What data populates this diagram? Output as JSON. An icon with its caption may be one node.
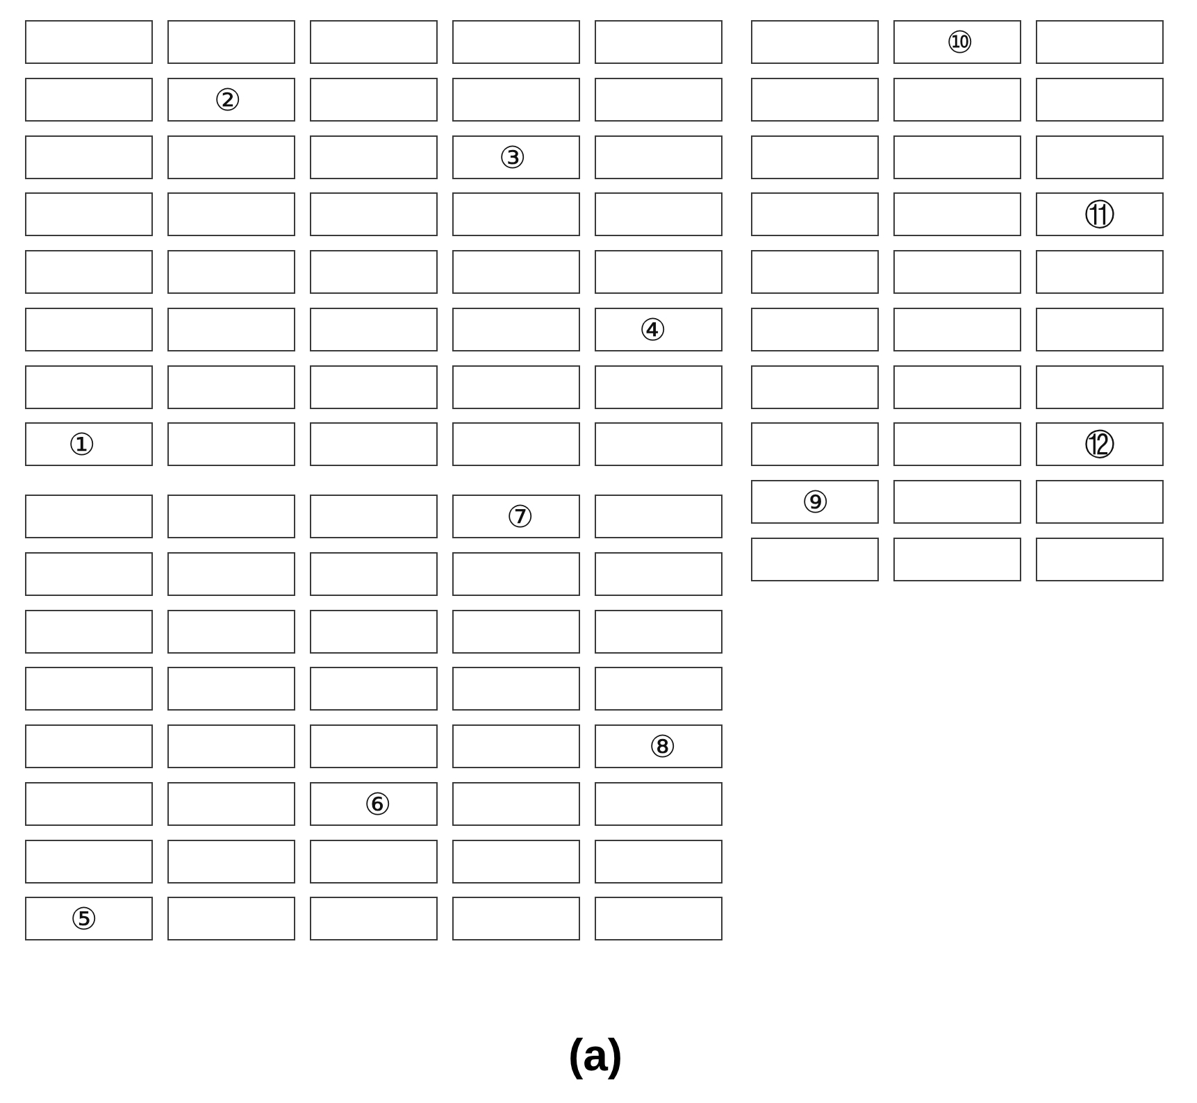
{
  "diagram": {
    "caption": "(a)",
    "nodes": [
      {
        "text": [],
        "shape": "box"
      },
      {
        "text": [],
        "shape": "box"
      },
      {
        "text": [],
        "shape": "box"
      },
      {
        "text": [],
        "shape": "box"
      },
      {
        "text": [],
        "shape": "box"
      },
      {
        "text": [],
        "shape": "box"
      },
      {
        "text": [
          "②"
        ]
      },
      {
        "text": [],
        "shape": "box"
      },
      {
        "text": [],
        "shape": "box"
      },
      {
        "text": [],
        "shape": "box"
      },
      {
        "text": [],
        "shape": "box"
      },
      {
        "text": [],
        "shape": "box"
      },
      {
        "text": [],
        "shape": "box"
      },
      {
        "text": [
          "③"
        ]
      },
      {
        "text": [],
        "shape": "box"
      },
      {
        "text": [],
        "shape": "box"
      },
      {
        "text": [],
        "shape": "box"
      },
      {
        "text": [],
        "shape": "box"
      },
      {
        "text": [],
        "shape": "box"
      },
      {
        "text": [],
        "shape": "box"
      },
      {
        "text": [],
        "shape": "box"
      },
      {
        "text": [],
        "shape": "box"
      },
      {
        "text": [],
        "shape": "box"
      },
      {
        "text": [],
        "shape": "box"
      },
      {
        "text": [],
        "shape": "box"
      },
      {
        "text": [],
        "shape": "box"
      },
      {
        "text": [],
        "shape": "box"
      },
      {
        "text": [],
        "shape": "box"
      },
      {
        "text": [],
        "shape": "box"
      },
      {
        "text": [
          "④"
        ]
      },
      {
        "text": [],
        "shape": "box"
      },
      {
        "text": [],
        "shape": "box"
      },
      {
        "text": [],
        "shape": "box"
      },
      {
        "text": [],
        "shape": "box"
      },
      {
        "text": [],
        "shape": "box"
      },
      {
        "text": [
          "①"
        ]
      },
      {
        "text": [],
        "shape": "box"
      },
      {
        "text": [],
        "shape": "box"
      },
      {
        "text": [],
        "shape": "box"
      },
      {
        "text": [],
        "shape": "box"
      },
      {
        "text": [],
        "shape": "box"
      },
      {
        "text": [],
        "shape": "box"
      },
      {
        "text": [],
        "shape": "box"
      },
      {
        "text": [
          "⑦"
        ]
      },
      {
        "text": [],
        "shape": "box"
      },
      {
        "text": [],
        "shape": "box"
      },
      {
        "text": [],
        "shape": "box"
      },
      {
        "text": [],
        "shape": "box"
      },
      {
        "text": [],
        "shape": "box"
      },
      {
        "text": [],
        "shape": "box"
      },
      {
        "text": [],
        "shape": "box"
      },
      {
        "text": [],
        "shape": "box"
      },
      {
        "text": [],
        "shape": "box"
      },
      {
        "text": [],
        "shape": "box"
      },
      {
        "text": [],
        "shape": "box"
      },
      {
        "text": [],
        "shape": "box"
      },
      {
        "text": [],
        "shape": "box"
      },
      {
        "text": [],
        "shape": "box"
      },
      {
        "text": [],
        "shape": "box"
      },
      {
        "text": [],
        "shape": "box"
      },
      {
        "text": [],
        "shape": "box"
      },
      {
        "text": [],
        "shape": "box"
      },
      {
        "text": [],
        "shape": "box"
      },
      {
        "text": [],
        "shape": "box"
      },
      {
        "text": [
          "⑧"
        ]
      },
      {
        "text": [],
        "shape": "box"
      },
      {
        "text": [],
        "shape": "box"
      },
      {
        "text": [
          "⑥"
        ]
      },
      {
        "text": [],
        "shape": "box"
      },
      {
        "text": [],
        "shape": "box"
      },
      {
        "text": [],
        "shape": "box"
      },
      {
        "text": [],
        "shape": "box"
      },
      {
        "text": [],
        "shape": "box"
      },
      {
        "text": [],
        "shape": "box"
      },
      {
        "text": [],
        "shape": "box"
      },
      {
        "text": [
          "⑤"
        ]
      },
      {
        "text": [],
        "shape": "box"
      },
      {
        "text": [],
        "shape": "box"
      },
      {
        "text": [],
        "shape": "box"
      },
      {
        "text": [],
        "shape": "box"
      },
      {
        "text": [],
        "shape": "box"
      },
      {
        "text": [
          "⑩"
        ]
      },
      {
        "text": [],
        "shape": "box"
      },
      {
        "text": [],
        "shape": "box"
      },
      {
        "text": [],
        "shape": "box"
      },
      {
        "text": [],
        "shape": "box"
      },
      {
        "text": [],
        "shape": "box"
      },
      {
        "text": [],
        "shape": "box"
      },
      {
        "text": [],
        "shape": "box"
      },
      {
        "text": [],
        "shape": "box"
      },
      {
        "text": [],
        "shape": "box"
      },
      {
        "text": [
          "⑪"
        ]
      },
      {
        "text": [],
        "shape": "box"
      },
      {
        "text": [],
        "shape": "box"
      },
      {
        "text": [],
        "shape": "box"
      },
      {
        "text": [],
        "shape": "box"
      },
      {
        "text": [],
        "shape": "box"
      },
      {
        "text": [],
        "shape": "box"
      },
      {
        "text": [],
        "shape": "box"
      },
      {
        "text": [],
        "shape": "box"
      },
      {
        "text": [],
        "shape": "box"
      },
      {
        "text": [],
        "shape": "box"
      },
      {
        "text": [],
        "shape": "box"
      },
      {
        "text": [
          "⑫"
        ]
      },
      {
        "text": [
          "⑨"
        ]
      },
      {
        "text": [],
        "shape": "box"
      },
      {
        "text": [],
        "shape": "box"
      },
      {
        "text": [],
        "shape": "box"
      },
      {
        "text": [],
        "shape": "box"
      },
      {
        "text": [],
        "shape": "box"
      }
    ]
  }
}
